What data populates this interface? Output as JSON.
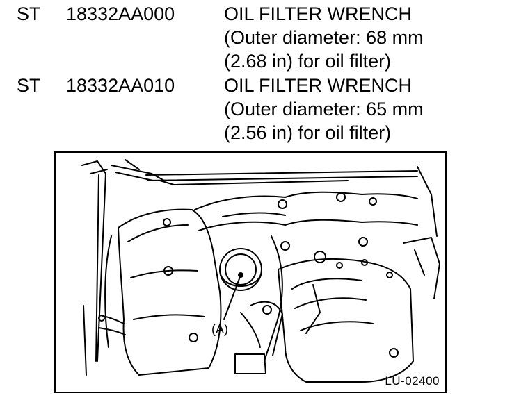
{
  "tools": [
    {
      "type": "ST",
      "part_number": "18332AA000",
      "description_lines": [
        "OIL FILTER WRENCH",
        "(Outer diameter: 68 mm",
        "(2.68 in) for oil filter)"
      ]
    },
    {
      "type": "ST",
      "part_number": "18332AA010",
      "description_lines": [
        "OIL FILTER WRENCH",
        "(Outer diameter: 65 mm",
        "(2.56 in) for oil filter)"
      ]
    }
  ],
  "figure": {
    "callout_label": "(A)",
    "figure_code": "LU-02400"
  }
}
